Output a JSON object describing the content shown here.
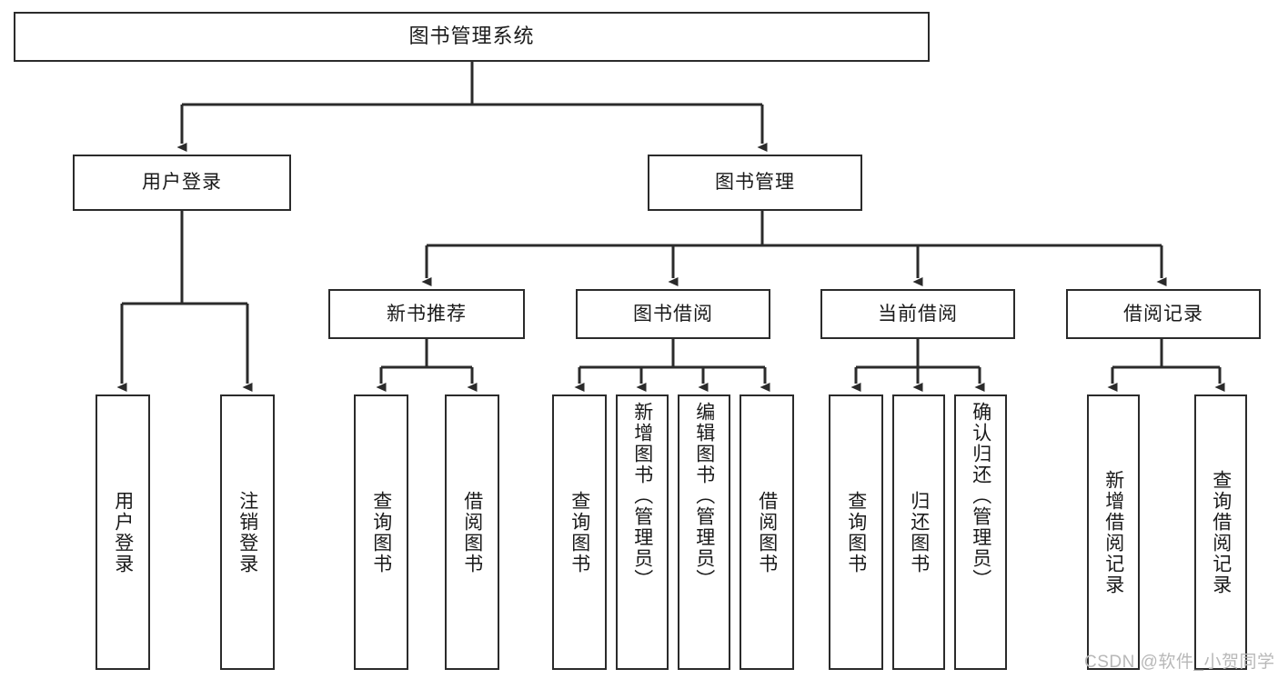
{
  "diagram": {
    "title": "图书管理系统",
    "type": "functional-decomposition-tree",
    "watermark": "CSDN @软件_小贺同学",
    "colors": {
      "stroke": "#2b2b2b",
      "fill": "#ffffff",
      "text": "#1a1a1a",
      "watermark": "#b8b8b8"
    },
    "levels": {
      "root": {
        "label": "图书管理系统"
      },
      "level2": [
        {
          "label": "用户登录"
        },
        {
          "label": "图书管理"
        }
      ],
      "level3": [
        {
          "label": "新书推荐"
        },
        {
          "label": "图书借阅"
        },
        {
          "label": "当前借阅"
        },
        {
          "label": "借阅记录"
        }
      ],
      "leaves": {
        "user_login": [
          {
            "label": "用户登录",
            "align": "middle"
          },
          {
            "label": "注销登录",
            "align": "middle"
          }
        ],
        "new_book_recommend": [
          {
            "label": "查询图书",
            "align": "middle"
          },
          {
            "label": "借阅图书",
            "align": "middle"
          }
        ],
        "book_borrow": [
          {
            "label": "查询图书",
            "align": "middle"
          },
          {
            "label": "新增图书（管理员）",
            "align": "top"
          },
          {
            "label": "编辑图书（管理员）",
            "align": "top"
          },
          {
            "label": "借阅图书",
            "align": "middle"
          }
        ],
        "current_borrow": [
          {
            "label": "查询图书",
            "align": "middle"
          },
          {
            "label": "归还图书",
            "align": "middle"
          },
          {
            "label": "确认归还（管理员）",
            "align": "top"
          }
        ],
        "borrow_record": [
          {
            "label": "新增借阅记录",
            "align": "middle"
          },
          {
            "label": "查询借阅记录",
            "align": "middle"
          }
        ]
      }
    }
  }
}
